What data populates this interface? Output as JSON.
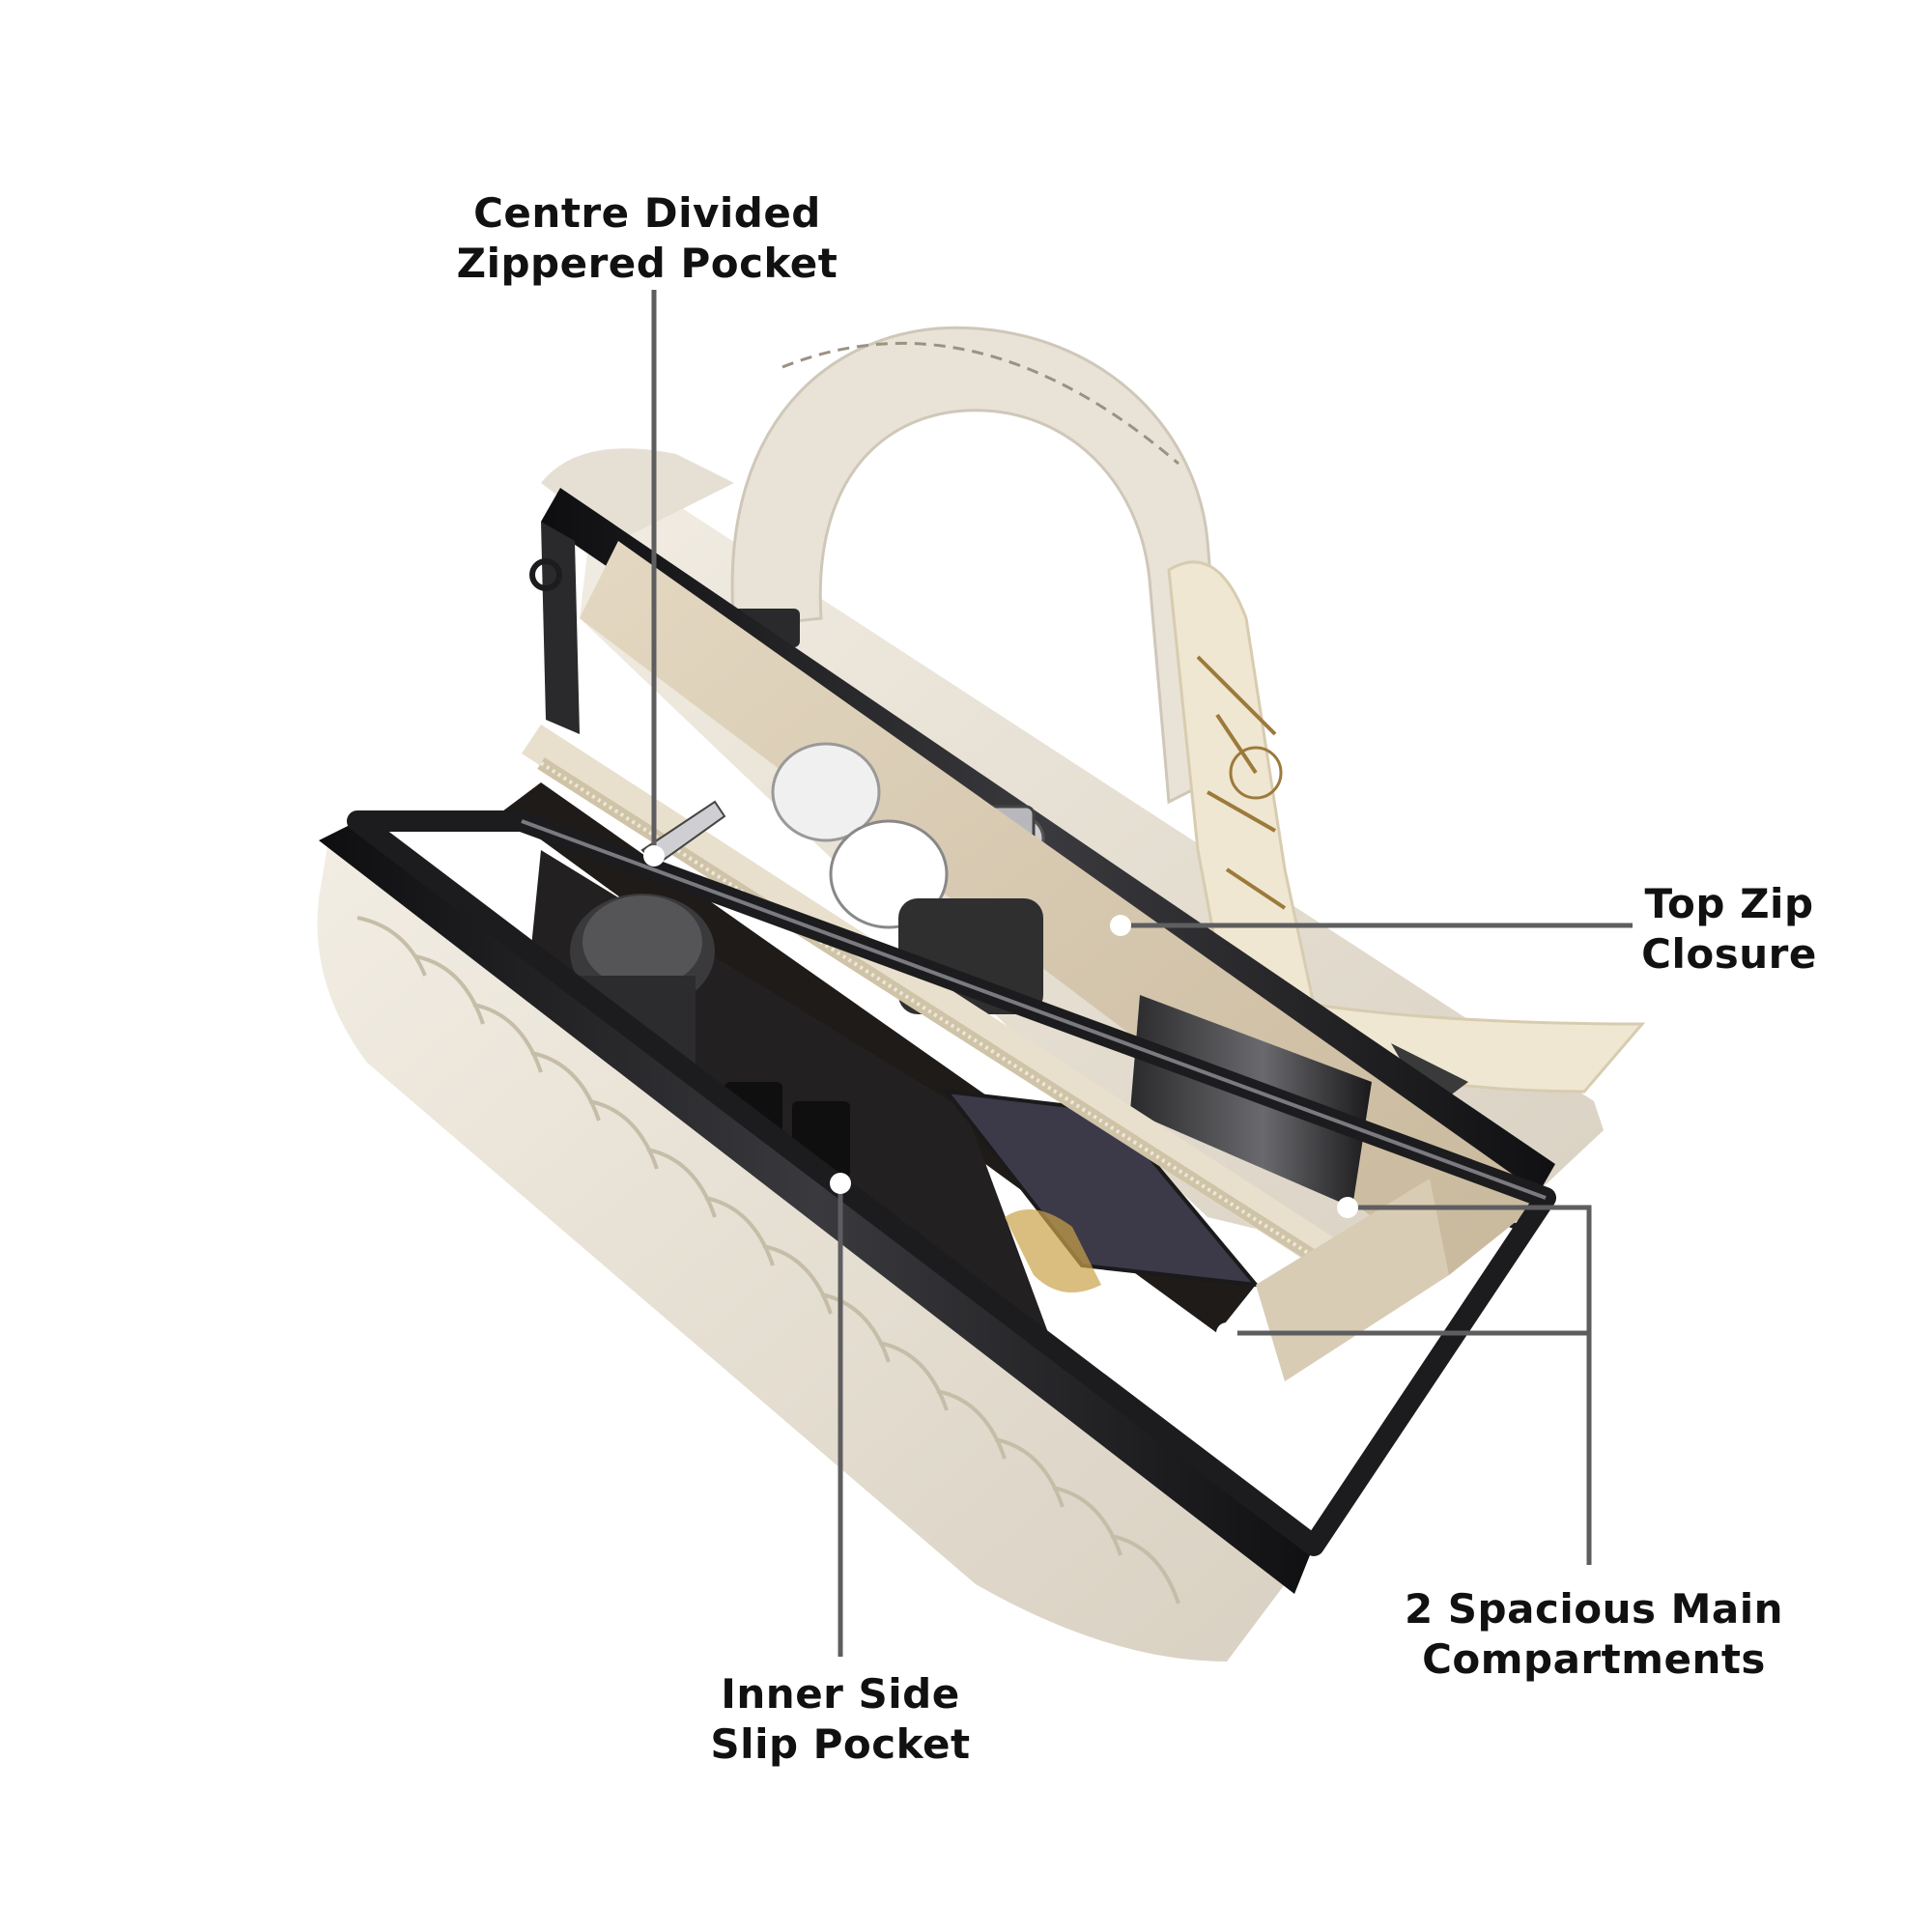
{
  "callouts": {
    "centre_divided": {
      "line1": "Centre Divided",
      "line2": "Zippered Pocket"
    },
    "top_zip": {
      "line1": "Top Zip",
      "line2": "Closure"
    },
    "spacious": {
      "line1": "2 Spacious Main",
      "line2": "Compartments"
    },
    "inner_side": {
      "line1": "Inner Side",
      "line2": "Slip Pocket"
    }
  },
  "colors": {
    "leather": "#ebe5d9",
    "frame": "#1c1c1e",
    "lining": "#d9cbb2",
    "scarf": "#efe7d1",
    "leader_line": "#5e5e60"
  }
}
